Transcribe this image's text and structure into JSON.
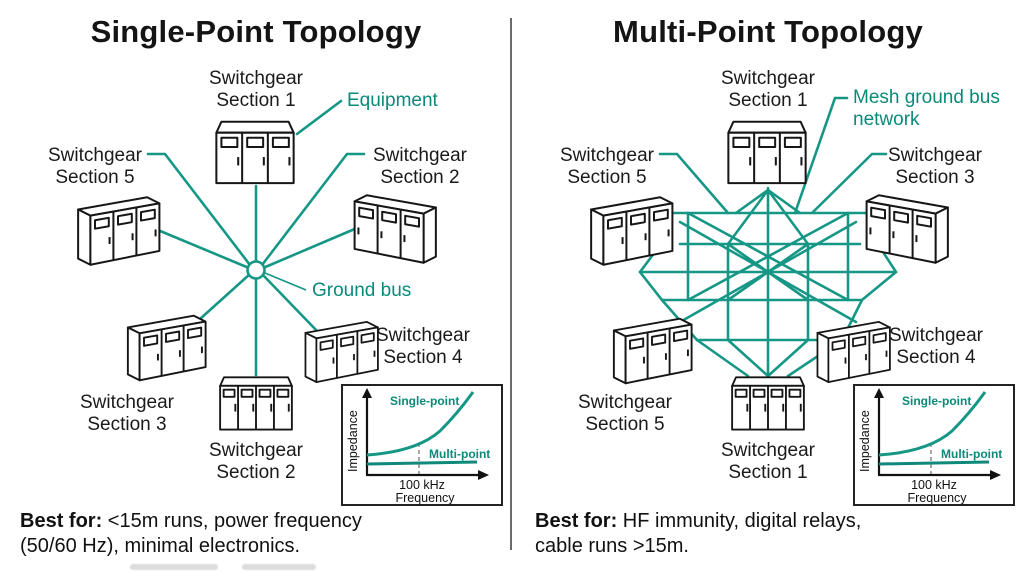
{
  "colors": {
    "teal_text": "#0b8a79",
    "teal_line": "#169786",
    "ink": "#1a1a1a",
    "divider": "#6b6b6b"
  },
  "left": {
    "title": "Single-Point Topology",
    "nodes": {
      "top": [
        "Switchgear",
        "Section 1"
      ],
      "upper_left": [
        "Switchgear",
        "Section 5"
      ],
      "upper_right": [
        "Switchgear",
        "Section 2"
      ],
      "lower_left": [
        "Switchgear",
        "Section 3"
      ],
      "lower_right": [
        "Switchgear",
        "Section 4"
      ],
      "bottom": [
        "Switchgear",
        "Section 2"
      ]
    },
    "callouts": {
      "equipment": "Equipment",
      "ground_bus": "Ground bus"
    },
    "best_for": {
      "label": "Best for:",
      "line1": " <15m runs, power frequency",
      "line2": "(50/60 Hz), minimal electronics."
    }
  },
  "right": {
    "title": "Multi-Point Topology",
    "nodes": {
      "top": [
        "Switchgear",
        "Section 1"
      ],
      "upper_left": [
        "Switchgear",
        "Section 5"
      ],
      "upper_right": [
        "Switchgear",
        "Section 3"
      ],
      "lower_left": [
        "Switchgear",
        "Section 5"
      ],
      "lower_right": [
        "Switchgear",
        "Section 4"
      ],
      "bottom": [
        "Switchgear",
        "Section 1"
      ]
    },
    "callouts": {
      "mesh_line1": "Mesh ground bus",
      "mesh_line2": "network"
    },
    "best_for": {
      "label": "Best for:",
      "line1": " HF immunity, digital relays,",
      "line2": "cable runs >15m."
    }
  },
  "inset": {
    "ylabel": "Impedance",
    "xlabel": "Frequency",
    "tick": "100 kHz",
    "series": [
      "Single-point",
      "Multi-point"
    ]
  },
  "chart_data": {
    "type": "line",
    "title": "Grounding impedance vs frequency (inset chart, shown in both panels)",
    "xlabel": "Frequency",
    "ylabel": "Impedance",
    "x_annotation": "100 kHz",
    "x_normalized": [
      0,
      0.2,
      0.4,
      0.5,
      0.6,
      0.8,
      1.0
    ],
    "series": [
      {
        "name": "Single-point",
        "values": [
          0.22,
          0.25,
          0.32,
          0.42,
          0.55,
          0.78,
          1.0
        ]
      },
      {
        "name": "Multi-point",
        "values": [
          0.14,
          0.14,
          0.14,
          0.15,
          0.15,
          0.15,
          0.16
        ]
      }
    ],
    "legend_position": "inline-labels",
    "grid": false
  }
}
